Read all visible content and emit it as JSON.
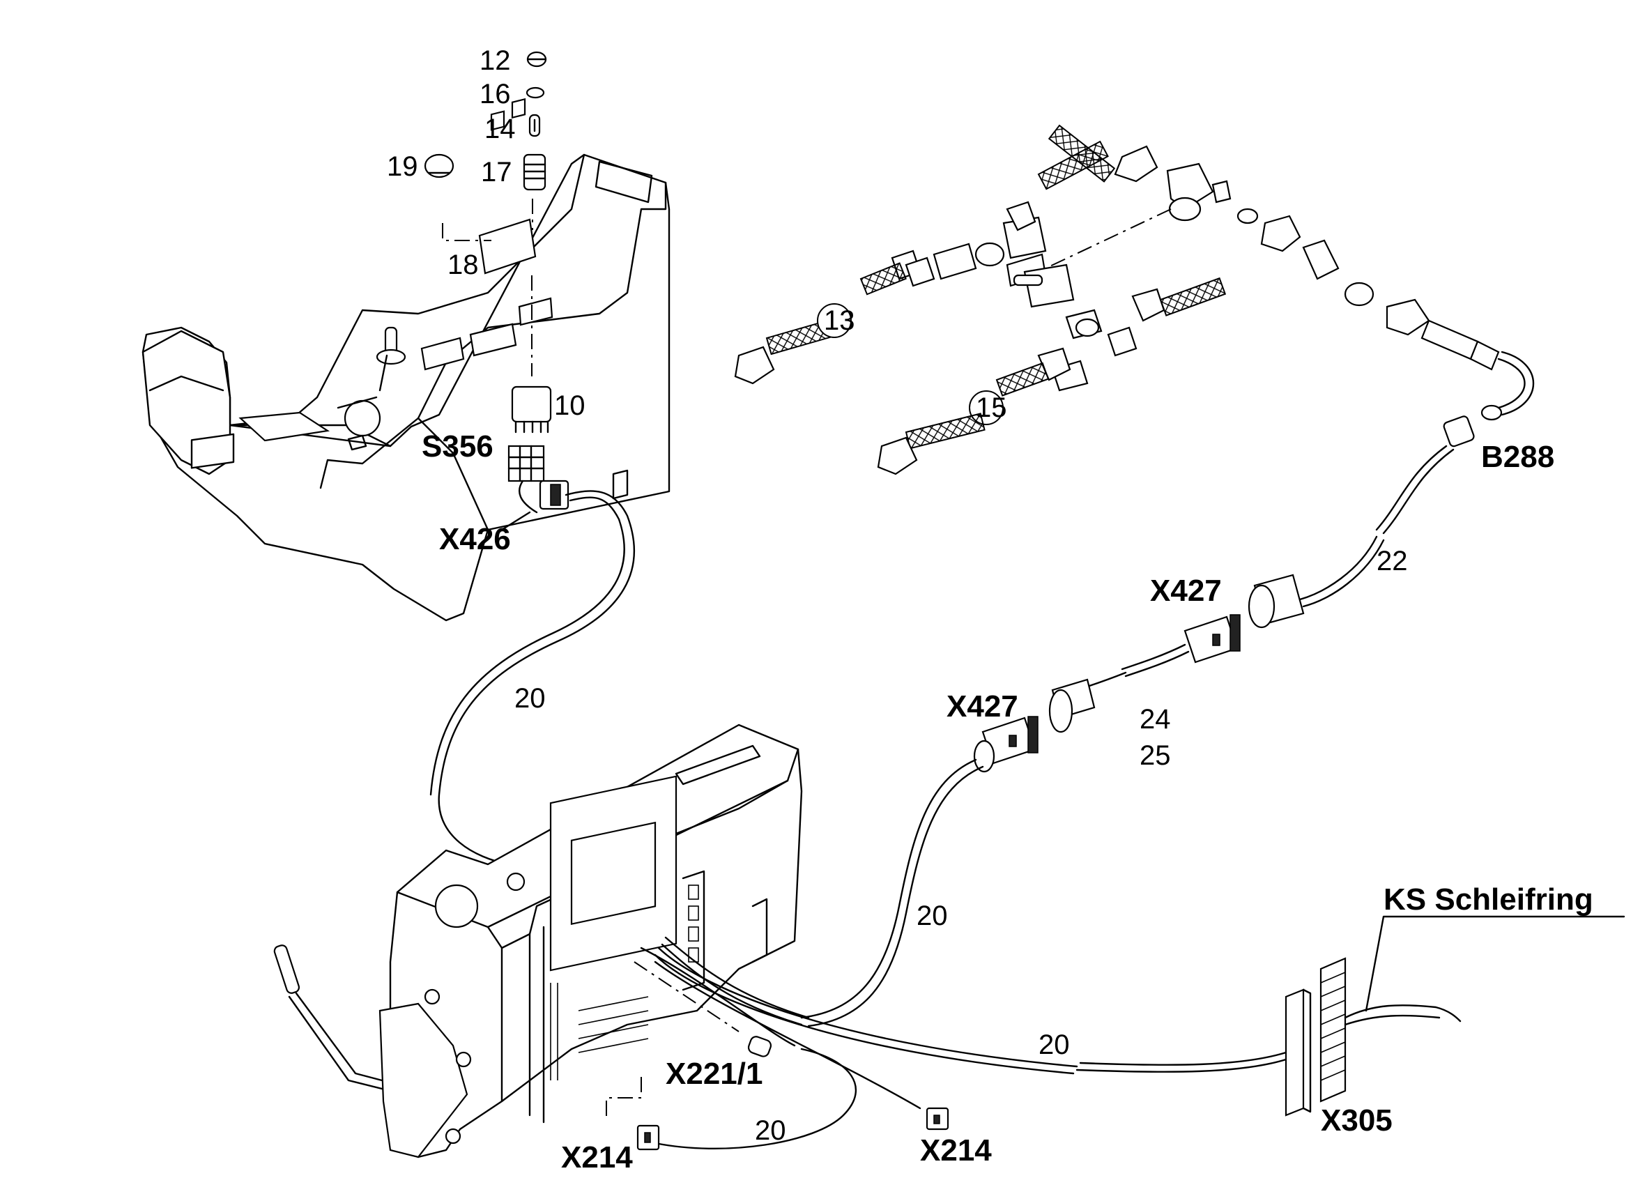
{
  "diagram": {
    "part_numbers": {
      "p12": "12",
      "p16": "16",
      "p14": "14",
      "p19": "19",
      "p17": "17",
      "p18": "18",
      "p10": "10",
      "p13": "13",
      "p15": "15",
      "p22": "22",
      "p24": "24",
      "p25": "25",
      "p20_cable_upper": "20",
      "p20_cable_mid": "20",
      "p20_cable_right": "20",
      "p20_cable_lower": "20"
    },
    "connector_labels": {
      "s356": "S356",
      "x426": "X426",
      "b288": "B288",
      "x427_upper": "X427",
      "x427_lower": "X427",
      "x221_1": "X221/1",
      "x214_left": "X214",
      "x214_right": "X214",
      "x305": "X305",
      "ks_schleifring": "KS Schleifring"
    }
  }
}
